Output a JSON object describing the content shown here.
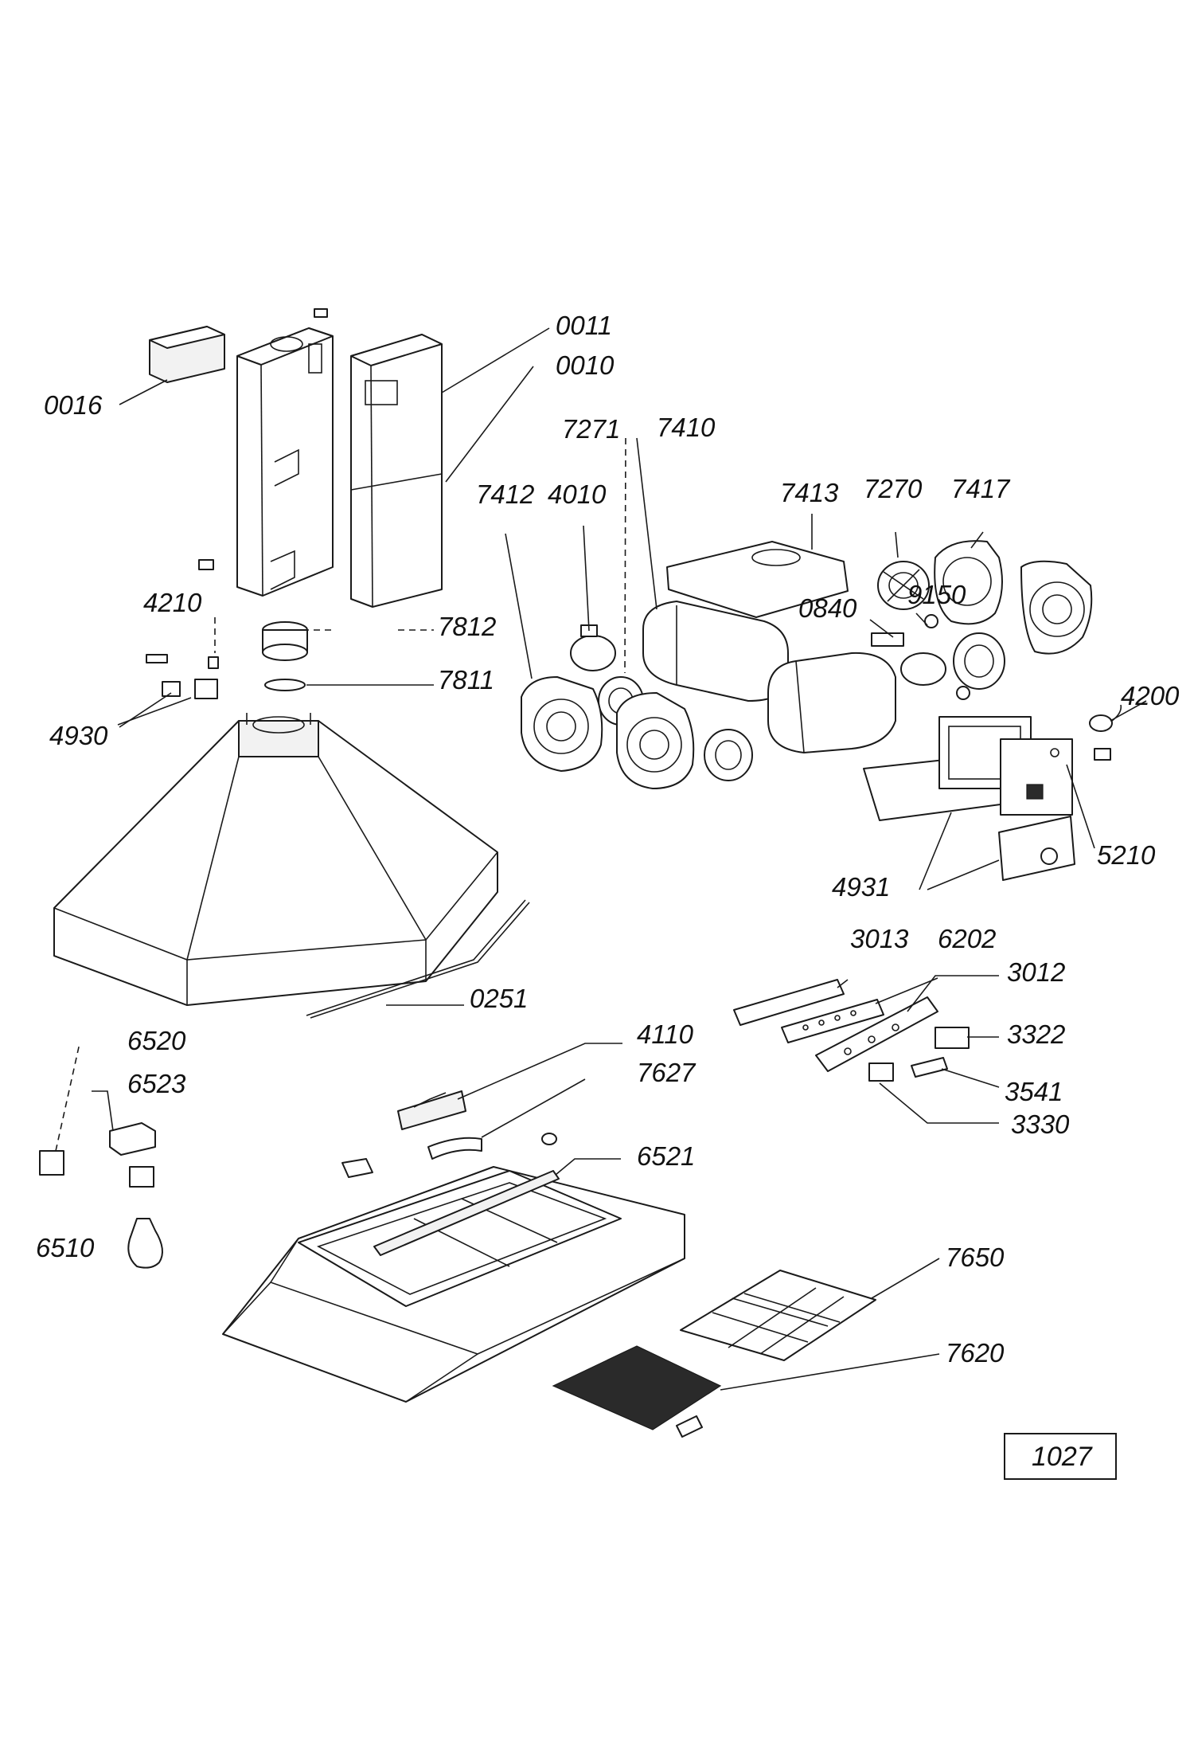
{
  "diagram": {
    "reference_number": "1027",
    "callouts": [
      {
        "id": "c0011",
        "text": "0011"
      },
      {
        "id": "c0010",
        "text": "0010"
      },
      {
        "id": "c0016",
        "text": "0016"
      },
      {
        "id": "c7271",
        "text": "7271"
      },
      {
        "id": "c7410",
        "text": "7410"
      },
      {
        "id": "c7412",
        "text": "7412"
      },
      {
        "id": "c4010",
        "text": "4010"
      },
      {
        "id": "c7413",
        "text": "7413"
      },
      {
        "id": "c7270",
        "text": "7270"
      },
      {
        "id": "c7417",
        "text": "7417"
      },
      {
        "id": "c4210",
        "text": "4210"
      },
      {
        "id": "c9150",
        "text": "9150"
      },
      {
        "id": "c0840",
        "text": "0840"
      },
      {
        "id": "c7812",
        "text": "7812"
      },
      {
        "id": "c7811",
        "text": "7811"
      },
      {
        "id": "c4930",
        "text": "4930"
      },
      {
        "id": "c4200",
        "text": "4200"
      },
      {
        "id": "c5210",
        "text": "5210"
      },
      {
        "id": "c4931",
        "text": "4931"
      },
      {
        "id": "c3013",
        "text": "3013"
      },
      {
        "id": "c6202",
        "text": "6202"
      },
      {
        "id": "c3012",
        "text": "3012"
      },
      {
        "id": "c0251",
        "text": "0251"
      },
      {
        "id": "c6520",
        "text": "6520"
      },
      {
        "id": "c4110",
        "text": "4110"
      },
      {
        "id": "c3322",
        "text": "3322"
      },
      {
        "id": "c6523",
        "text": "6523"
      },
      {
        "id": "c7627",
        "text": "7627"
      },
      {
        "id": "c3541",
        "text": "3541"
      },
      {
        "id": "c3330",
        "text": "3330"
      },
      {
        "id": "c6521",
        "text": "6521"
      },
      {
        "id": "c6510",
        "text": "6510"
      },
      {
        "id": "c7650",
        "text": "7650"
      },
      {
        "id": "c7620",
        "text": "7620"
      }
    ]
  }
}
